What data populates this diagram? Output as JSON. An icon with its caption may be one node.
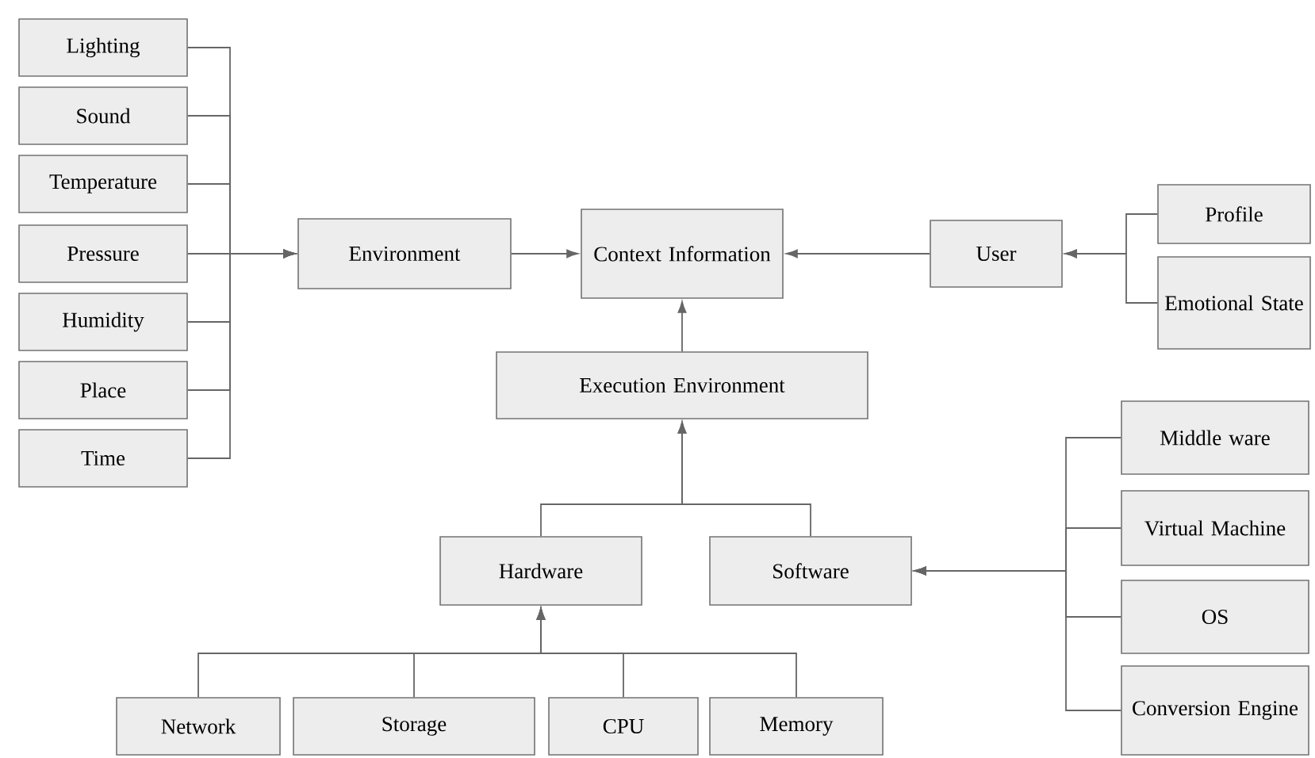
{
  "diagram": {
    "nodes": [
      {
        "text": [
          "Lighting"
        ]
      },
      {
        "text": [
          "Sound"
        ]
      },
      {
        "text": [
          "Temperature"
        ]
      },
      {
        "text": [
          "Pressure"
        ]
      },
      {
        "text": [
          "Humidity"
        ]
      },
      {
        "text": [
          "Place"
        ]
      },
      {
        "text": [
          "Time"
        ]
      },
      {
        "text": [
          "Environment"
        ]
      },
      {
        "text": [
          "Context Information"
        ]
      },
      {
        "text": [
          "User"
        ]
      },
      {
        "text": [
          "Profile"
        ]
      },
      {
        "text": [
          "Emotional State"
        ]
      },
      {
        "text": [
          "Execution Environment"
        ]
      },
      {
        "text": [
          "Hardware"
        ]
      },
      {
        "text": [
          "Software"
        ]
      },
      {
        "text": [
          "Middle ware"
        ]
      },
      {
        "text": [
          "Virtual Machine"
        ]
      },
      {
        "text": [
          "OS"
        ]
      },
      {
        "text": [
          "Conversion Engine"
        ]
      },
      {
        "text": [
          "Network"
        ]
      },
      {
        "text": [
          "Storage"
        ]
      },
      {
        "text": [
          "CPU"
        ]
      },
      {
        "text": [
          "Memory"
        ]
      }
    ],
    "edges": [
      {
        "from": 0,
        "to": 7,
        "arrow": "to"
      },
      {
        "from": 1,
        "to": 7,
        "arrow": "to"
      },
      {
        "from": 2,
        "to": 7,
        "arrow": "to"
      },
      {
        "from": 3,
        "to": 7,
        "arrow": "to"
      },
      {
        "from": 4,
        "to": 7,
        "arrow": "to"
      },
      {
        "from": 5,
        "to": 7,
        "arrow": "to"
      },
      {
        "from": 6,
        "to": 7,
        "arrow": "to"
      },
      {
        "from": 7,
        "to": 8,
        "arrow": "to"
      },
      {
        "from": 9,
        "to": 8,
        "arrow": "to"
      },
      {
        "from": 10,
        "to": 9,
        "arrow": "to"
      },
      {
        "from": 11,
        "to": 9,
        "arrow": "to"
      },
      {
        "from": 12,
        "to": 8,
        "arrow": "to"
      },
      {
        "from": 13,
        "to": 12,
        "arrow": "to"
      },
      {
        "from": 14,
        "to": 12,
        "arrow": "to"
      },
      {
        "from": 15,
        "to": 14,
        "arrow": "to"
      },
      {
        "from": 16,
        "to": 14,
        "arrow": "to"
      },
      {
        "from": 17,
        "to": 14,
        "arrow": "to"
      },
      {
        "from": 18,
        "to": 14,
        "arrow": "to"
      },
      {
        "from": 19,
        "to": 13,
        "arrow": "to"
      },
      {
        "from": 20,
        "to": 13,
        "arrow": "to"
      },
      {
        "from": 21,
        "to": 13,
        "arrow": "to"
      },
      {
        "from": 22,
        "to": 13,
        "arrow": "to"
      }
    ]
  }
}
